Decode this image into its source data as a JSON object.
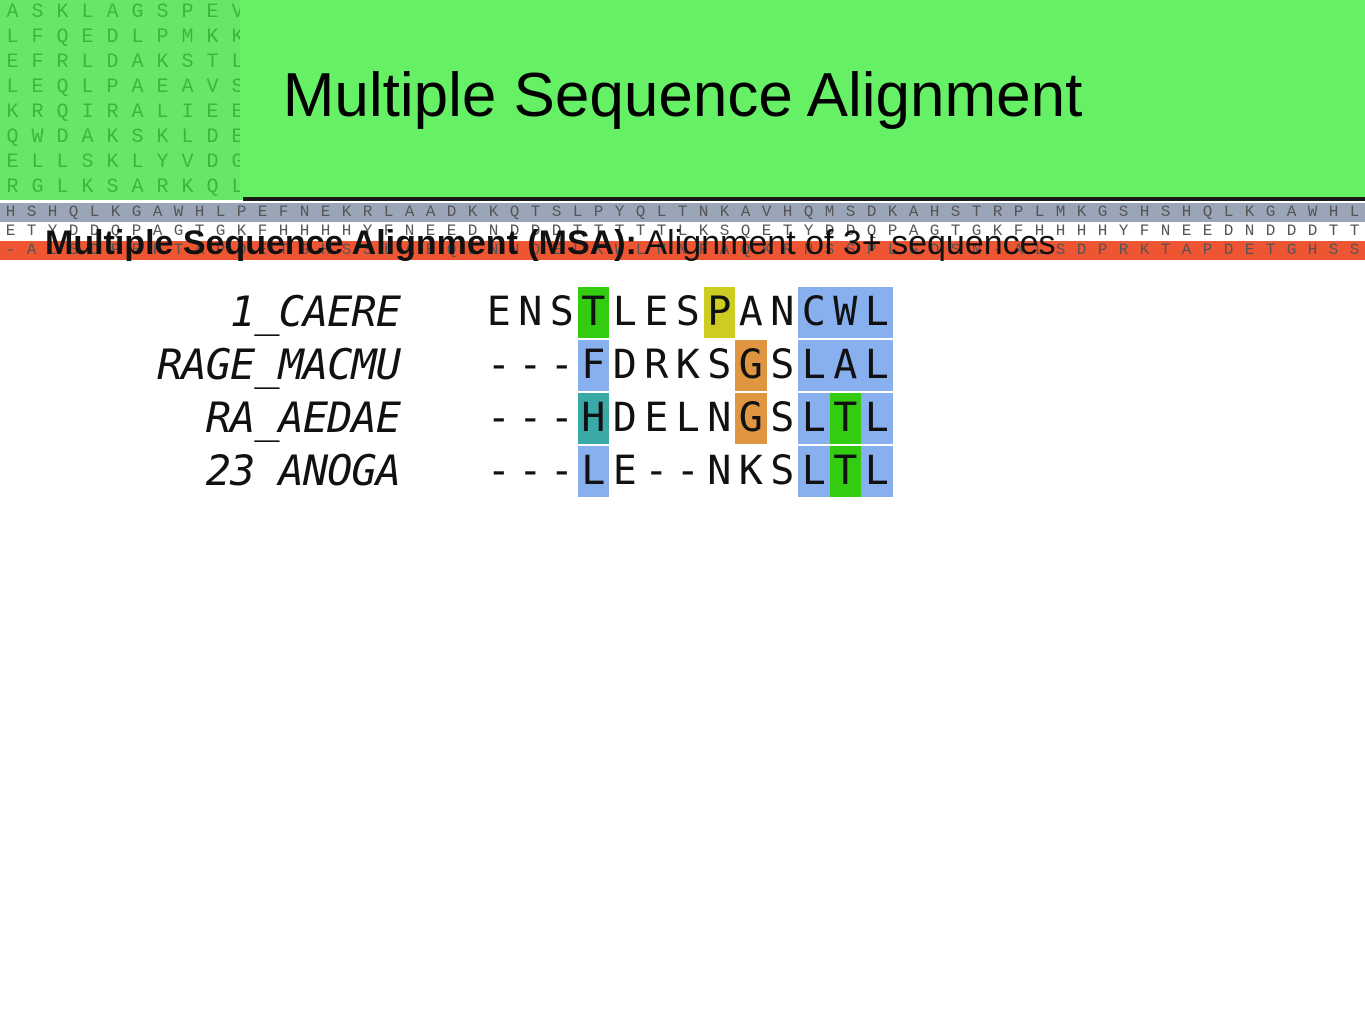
{
  "slide": {
    "title": "Multiple Sequence Alignment",
    "subtitle_bold": "Multiple Sequence Alignment (MSA):",
    "subtitle_rest": " Alignment of 3+ sequences"
  },
  "colors": {
    "banner": "#66f066",
    "strip_red": "#ee5533",
    "hl_green": "#33cc11",
    "hl_blue": "#88b0ee",
    "hl_yellow": "#cccc22",
    "hl_orange": "#e09640",
    "hl_teal": "#3aaaa8"
  },
  "alignment": {
    "rows": [
      {
        "name": "1_CAERE",
        "residues": [
          "E",
          "N",
          "S",
          "T",
          "L",
          "E",
          "S",
          "P",
          "A",
          "N",
          "C",
          "W",
          "L"
        ]
      },
      {
        "name": "RAGE_MACMU",
        "residues": [
          "-",
          "-",
          "-",
          "F",
          "D",
          "R",
          "K",
          "S",
          "G",
          "S",
          "L",
          "A",
          "L"
        ]
      },
      {
        "name": "RA_AEDAE",
        "residues": [
          "-",
          "-",
          "-",
          "H",
          "D",
          "E",
          "L",
          "N",
          "G",
          "S",
          "L",
          "T",
          "L"
        ]
      },
      {
        "name": "23 ANOGA",
        "residues": [
          "-",
          "-",
          "-",
          "L",
          "E",
          "-",
          "-",
          "N",
          "K",
          "S",
          "L",
          "T",
          "L"
        ]
      }
    ],
    "highlights": [
      [
        "",
        "",
        "",
        "green",
        "",
        "",
        "",
        "yellow",
        "",
        "",
        "blue",
        "blue",
        "blue"
      ],
      [
        "",
        "",
        "",
        "blue",
        "",
        "",
        "",
        "",
        "orange",
        "",
        "blue",
        "blue",
        "blue"
      ],
      [
        "",
        "",
        "",
        "teal",
        "",
        "",
        "",
        "",
        "orange",
        "",
        "blue",
        "green",
        "blue"
      ],
      [
        "",
        "",
        "",
        "blue",
        "",
        "",
        "",
        "",
        "",
        "",
        "blue",
        "green",
        "blue"
      ]
    ]
  }
}
